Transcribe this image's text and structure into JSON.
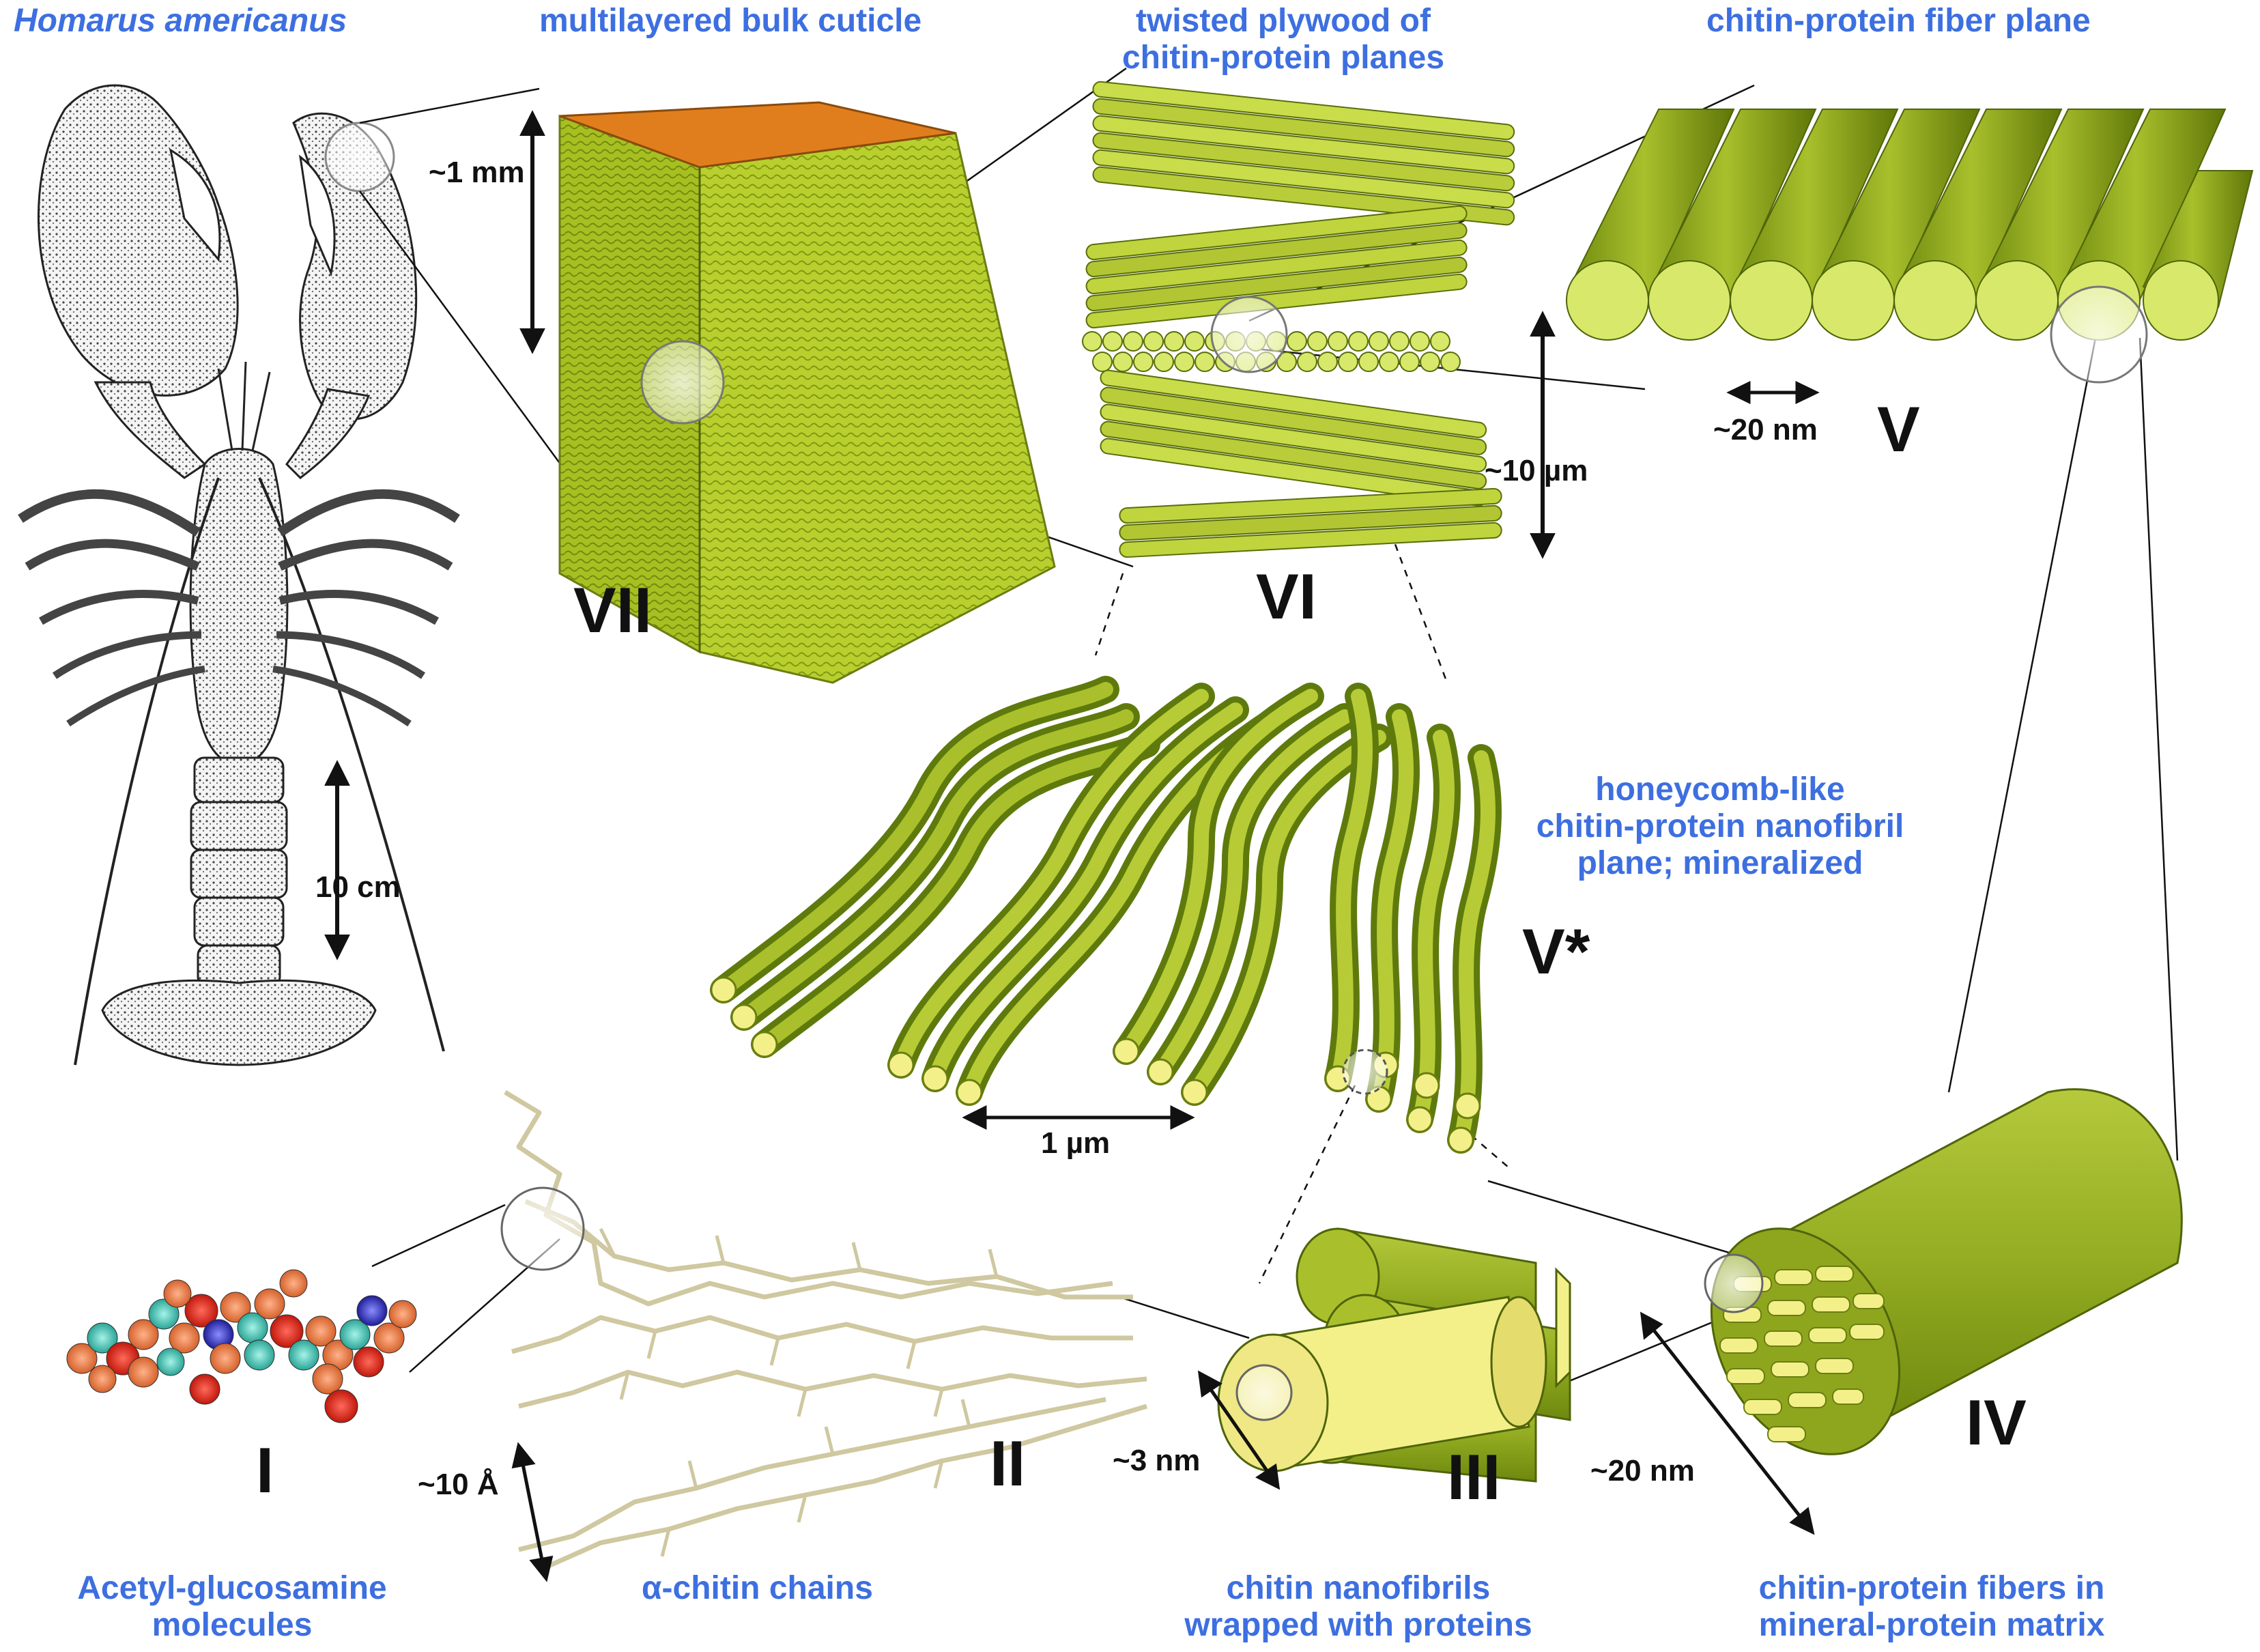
{
  "titles": {
    "species": "Homarus americanus",
    "bulk_cuticle": "multilayered bulk cuticle",
    "plywood_line1": "twisted plywood of",
    "plywood_line2": "chitin-protein planes",
    "fiber_plane": "chitin-protein fiber plane",
    "honeycomb_line1": "honeycomb-like",
    "honeycomb_line2": "chitin-protein nanofibril",
    "honeycomb_line3": "plane; mineralized",
    "acetyl_line1": "Acetyl-glucosamine",
    "acetyl_line2": "molecules",
    "alpha_chitin": "α-chitin chains",
    "nanofibrils_line1": "chitin nanofibrils",
    "nanofibrils_line2": "wrapped with proteins",
    "fibers_line1": "chitin-protein fibers in",
    "fibers_line2": "mineral-protein matrix"
  },
  "levels": {
    "I": "I",
    "II": "II",
    "III": "III",
    "IV": "IV",
    "V": "V",
    "V_star": "V*",
    "VI": "VI",
    "VII": "VII"
  },
  "dimensions": {
    "lobster": "10 cm",
    "bulk": "~1 mm",
    "plywood": "~10 µm",
    "fiber_spacing": "~20 nm",
    "honeycomb": "1 µm",
    "nanofibril": "~3 nm",
    "chain": "~10 Å",
    "fiber": "~20 nm"
  },
  "colors": {
    "label_blue": "#3d6fe0",
    "fiber_green": "#8fa51e",
    "fiber_highlight": "#c9dc4a",
    "fibril_core": "#f3f08a",
    "cuticle_top": "#e07e1e",
    "chain_color": "#cfc8a0"
  }
}
